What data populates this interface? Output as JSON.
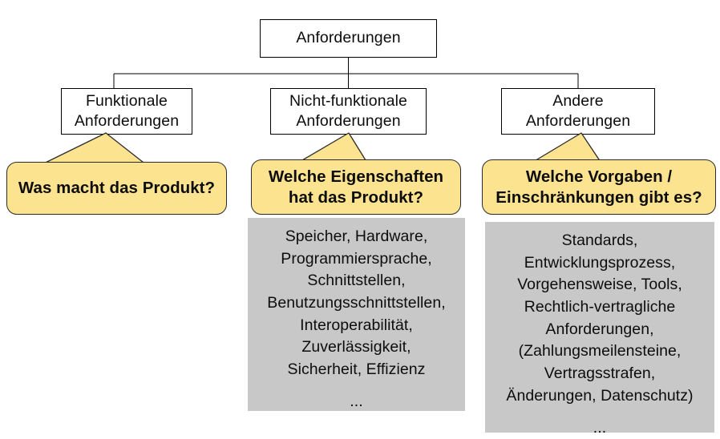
{
  "diagram": {
    "title_box": {
      "id": "anforderungen",
      "lines": [
        "Anforderungen"
      ]
    },
    "branches": [
      {
        "id": "funktionale",
        "box_lines": [
          "Funktionale",
          "Anforderungen"
        ],
        "callout_lines": [
          "Was macht das Produkt?"
        ],
        "panel_lines": []
      },
      {
        "id": "nicht-funktionale",
        "box_lines": [
          "Nicht-funktionale",
          "Anforderungen"
        ],
        "callout_lines": [
          "Welche Eigenschaften",
          "hat das Produkt?"
        ],
        "panel_lines": [
          "Speicher, Hardware,",
          "Programmiersprache,",
          "Schnittstellen,",
          "Benutzungsschnittstellen,",
          "Interoperabilität,",
          "Zuverlässigkeit,",
          "Sicherheit, Effizienz",
          "...",
          ""
        ]
      },
      {
        "id": "andere",
        "box_lines": [
          "Andere",
          "Anforderungen"
        ],
        "callout_lines": [
          "Welche Vorgaben /",
          "Einschränkungen gibt es?"
        ],
        "panel_lines": [
          "Standards,",
          "Entwicklungsprozess,",
          "Vorgehensweise, Tools,",
          "Rechtlich-vertragliche",
          "Anforderungen,",
          "(Zahlungsmeilensteine,",
          "Vertragsstrafen,",
          "Änderungen, Datenschutz)",
          "..."
        ]
      }
    ],
    "colors": {
      "callout_fill": "#fbe38f",
      "panel_fill": "#c8c8c8",
      "stroke": "#000000",
      "box_fill": "#ffffff",
      "text": "#0d0d0d"
    }
  }
}
